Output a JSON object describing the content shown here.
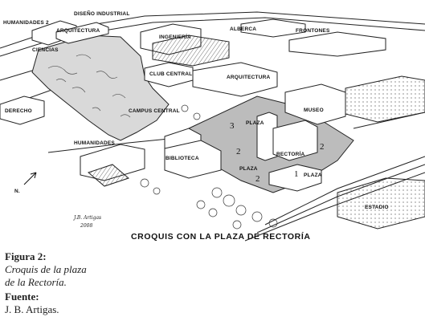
{
  "figure": {
    "sketch_title": "CROQUIS CON LA PLAZA DE RECTORÍA",
    "signature": "J.B. Artigas",
    "signature_year": "2008",
    "north_label": "N.",
    "labels": {
      "humanidades_2": "HUMANIDADES 2",
      "diseno_industrial": "DISEÑO INDUSTRIAL",
      "arquitectura_top": "ARQUITECTURA",
      "ingenieria": "INGENIERÍA",
      "alberca": "ALBERCA",
      "frontones": "FRONTONES",
      "ciencias": "CIENCIAS",
      "club_central": "CLUB CENTRAL",
      "arquitectura": "ARQUITECTURA",
      "museo": "MUSEO",
      "derecho": "DERECHO",
      "campus_central": "CAMPUS CENTRAL",
      "humanidades": "HUMANIDADES",
      "biblioteca": "BIBLIOTECA",
      "plaza_top": "PLAZA",
      "plaza_mid": "PLAZA",
      "plaza_right": "PLAZA",
      "rectoria": "RECTORÍA",
      "estadio": "ESTADIO"
    },
    "numbers": {
      "n3": "3",
      "n2_left": "2",
      "n2_right": "2",
      "n2_bottom": "2",
      "n1": "1"
    }
  },
  "caption": {
    "figure_label": "Figura 2:",
    "figure_desc_1": "Croquis de la plaza",
    "figure_desc_2": "de la Rectoría.",
    "source_label": "Fuente:",
    "source_text": "J. B. Artigas."
  }
}
